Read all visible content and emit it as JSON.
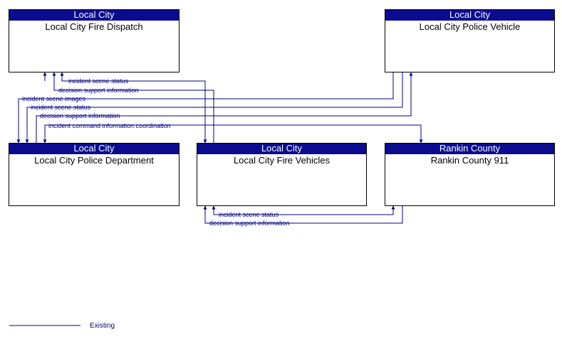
{
  "nodes": {
    "fire_dispatch": {
      "owner": "Local City",
      "name": "Local City Fire Dispatch"
    },
    "police_vehicle": {
      "owner": "Local City",
      "name": "Local City Police Vehicle"
    },
    "police_department": {
      "owner": "Local City",
      "name": "Local City Police Department"
    },
    "fire_vehicles": {
      "owner": "Local City",
      "name": "Local City Fire Vehicles"
    },
    "rankin_911": {
      "owner": "Rankin County",
      "name": "Rankin County 911"
    }
  },
  "flows": {
    "fd_fv_status": "incident scene status",
    "fv_fd_decision": "decision support information",
    "pv_pd_images": "incident scene images",
    "pv_pd_status": "incident scene status",
    "pd_pv_decision": "decision support information",
    "pd_rc_command": "incident command information coordination",
    "fv_rc_status": "incident scene status",
    "rc_fv_decision": "decision support information"
  },
  "legend": {
    "existing": "Existing"
  },
  "colors": {
    "header": "#0b0b8f",
    "flow": "#000080",
    "border": "#000000"
  }
}
